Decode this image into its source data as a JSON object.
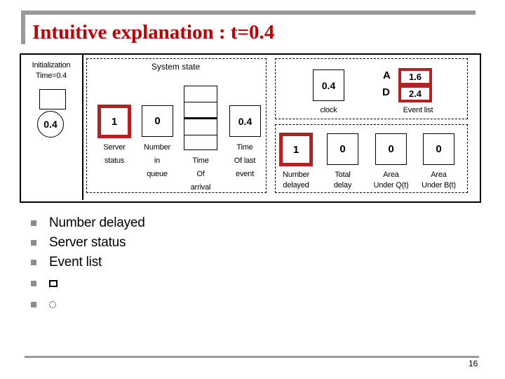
{
  "colors": {
    "title_red": "#C00000",
    "highlight_red": "#B22222",
    "accent_gray": "#999999",
    "bullet_gray": "#8C8C8C"
  },
  "header": {
    "title": "Intuitive explanation : t=0.4"
  },
  "footer": {
    "page_number": "16"
  },
  "diagram": {
    "initialization": {
      "title": "Initialization\nTime=0.4",
      "circle_value": "0.4"
    },
    "system_state": {
      "title": "System state",
      "server_status": {
        "value": "1",
        "label": "Server\nstatus"
      },
      "number_in_queue": {
        "value": "0",
        "label": "Number\nin\nqueue"
      },
      "time_of_arrival": {
        "label": "Time\nOf\narrival",
        "cells": 4
      },
      "time_of_last_event": {
        "value": "0.4",
        "label": "Time\nOf last\nevent"
      }
    },
    "clock_panel": {
      "clock": {
        "value": "0.4",
        "label": "clock"
      },
      "event_list": {
        "label": "Event list",
        "events": [
          {
            "type": "A",
            "time": "1.6"
          },
          {
            "type": "D",
            "time": "2.4"
          }
        ]
      }
    },
    "counters": [
      {
        "value": "1",
        "label": "Number\ndelayed"
      },
      {
        "value": "0",
        "label": "Total\ndelay"
      },
      {
        "value": "0",
        "label": "Area\nUnder Q(t)"
      },
      {
        "value": "0",
        "label": "Area\nUnder B(t)"
      }
    ]
  },
  "bullets": {
    "items": [
      {
        "label": "Number delayed"
      },
      {
        "label": "Server status"
      },
      {
        "label": "Event list"
      },
      {
        "icon": "square-shape-icon"
      },
      {
        "icon": "circle-shape-icon"
      }
    ]
  }
}
